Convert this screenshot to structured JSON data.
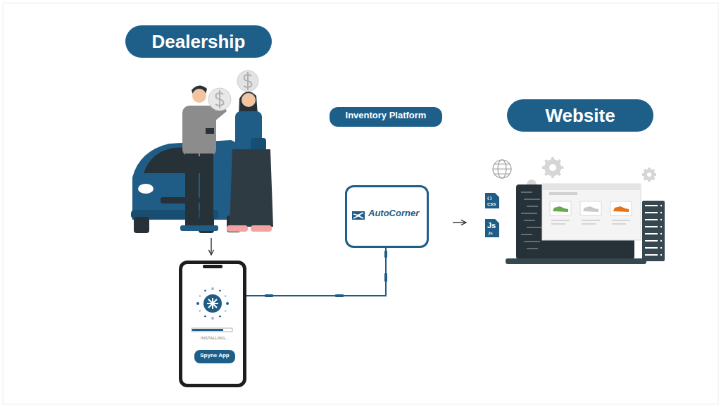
{
  "diagram": {
    "nodes": [
      {
        "text": [
          "Dealership"
        ]
      },
      {
        "text": [
          "Inventory Platform"
        ]
      },
      {
        "text": [
          "Website"
        ]
      },
      {
        "text": [
          "AutoCorner"
        ]
      },
      {
        "text": [
          "INSTALLING..."
        ]
      },
      {
        "text": [
          "Spyne App"
        ],
        "in": 4
      }
    ],
    "edges": [
      {
        "from": 0,
        "to": 4,
        "arrow": "to"
      },
      {
        "from": 4,
        "to": 3,
        "arrow": "none"
      },
      {
        "from": 3,
        "to": 2,
        "arrow": "to"
      }
    ],
    "labels": [
      "{ }",
      "CSS",
      "Js",
      "Js"
    ]
  }
}
